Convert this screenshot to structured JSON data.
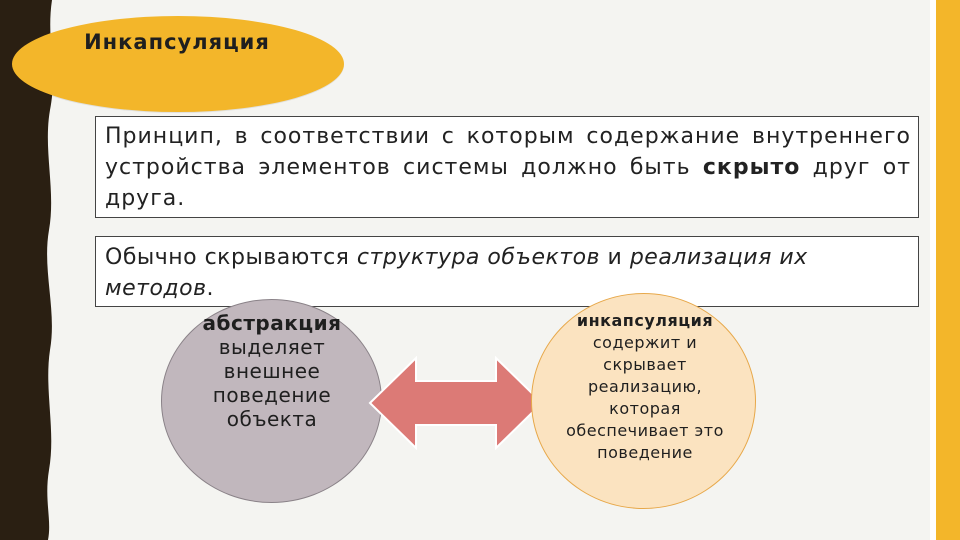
{
  "title": {
    "text": "Инкапсуляция"
  },
  "definition_box": {
    "text_before": "Принцип, в соответствии с которым содержание внутреннего устройства элементов системы должно быть ",
    "bold_word": "скрыто",
    "text_after": " друг от друга."
  },
  "hidden_box": {
    "prefix": "Обычно скрываются ",
    "italic_1": "структура объектов",
    "middle": " и ",
    "italic_2": "реализация их методов",
    "suffix": "."
  },
  "left_circle": {
    "bold": "абстракция",
    "text": "выделяет внешнее поведение объекта"
  },
  "right_circle": {
    "bold": "инкапсуляция",
    "text": "содержит и скрывает реализацию, которая обеспечивает это поведение"
  },
  "colors": {
    "accent_yellow": "#f3b62a",
    "left_band": "#2a1f12",
    "left_circle_fill": "#c1b7bd",
    "right_circle_fill": "#fbe3c0",
    "arrow_fill": "#dc7a76"
  }
}
